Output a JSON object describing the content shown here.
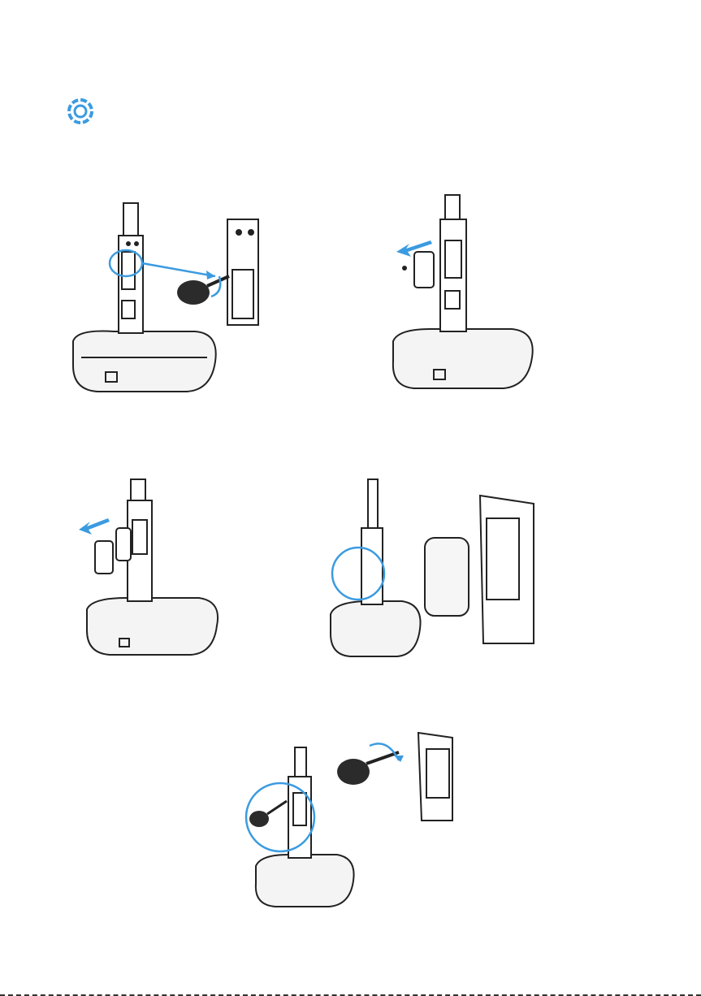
{
  "document": {
    "badge_icon": "gear-badge-icon",
    "accent_color": "#3b9be0",
    "steps": [
      {
        "id": 1,
        "icon": "unscrew-battery-cover-icon"
      },
      {
        "id": 2,
        "icon": "remove-battery-cover-icon"
      },
      {
        "id": 3,
        "icon": "remove-battery-icon"
      },
      {
        "id": 4,
        "icon": "insert-battery-icon"
      },
      {
        "id": 5,
        "icon": "screw-battery-cover-icon"
      }
    ]
  }
}
